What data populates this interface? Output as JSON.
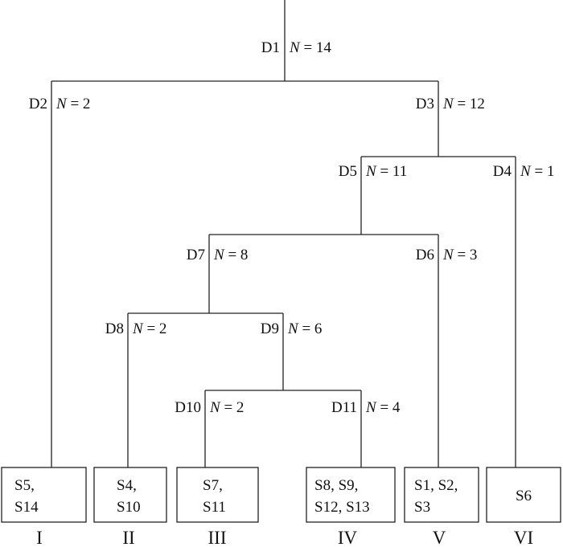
{
  "nodes": {
    "D1": {
      "label": "D1",
      "n_prefix": "N",
      "n_text": " = 14"
    },
    "D2": {
      "label": "D2",
      "n_prefix": "N",
      "n_text": " = 2"
    },
    "D3": {
      "label": "D3",
      "n_prefix": "N",
      "n_text": " = 12"
    },
    "D4": {
      "label": "D4",
      "n_prefix": "N",
      "n_text": " = 1"
    },
    "D5": {
      "label": "D5",
      "n_prefix": "N",
      "n_text": " = 11"
    },
    "D6": {
      "label": "D6",
      "n_prefix": "N",
      "n_text": " = 3"
    },
    "D7": {
      "label": "D7",
      "n_prefix": "N",
      "n_text": " = 8"
    },
    "D8": {
      "label": "D8",
      "n_prefix": "N",
      "n_text": " = 2"
    },
    "D9": {
      "label": "D9",
      "n_prefix": "N",
      "n_text": " = 6"
    },
    "D10": {
      "label": "D10",
      "n_prefix": "N",
      "n_text": " = 2"
    },
    "D11": {
      "label": "D11",
      "n_prefix": "N",
      "n_text": " = 4"
    }
  },
  "leaves": [
    {
      "line1": "S5,",
      "line2": "S14",
      "group": "I"
    },
    {
      "line1": "S4,",
      "line2": "S10",
      "group": "II"
    },
    {
      "line1": "S7,",
      "line2": "S11",
      "group": "III"
    },
    {
      "line1": "S8, S9,",
      "line2": "S12, S13",
      "group": "IV"
    },
    {
      "line1": "S1, S2,",
      "line2": "S3",
      "group": "V"
    },
    {
      "line1": "S6",
      "line2": "",
      "group": "VI"
    }
  ]
}
